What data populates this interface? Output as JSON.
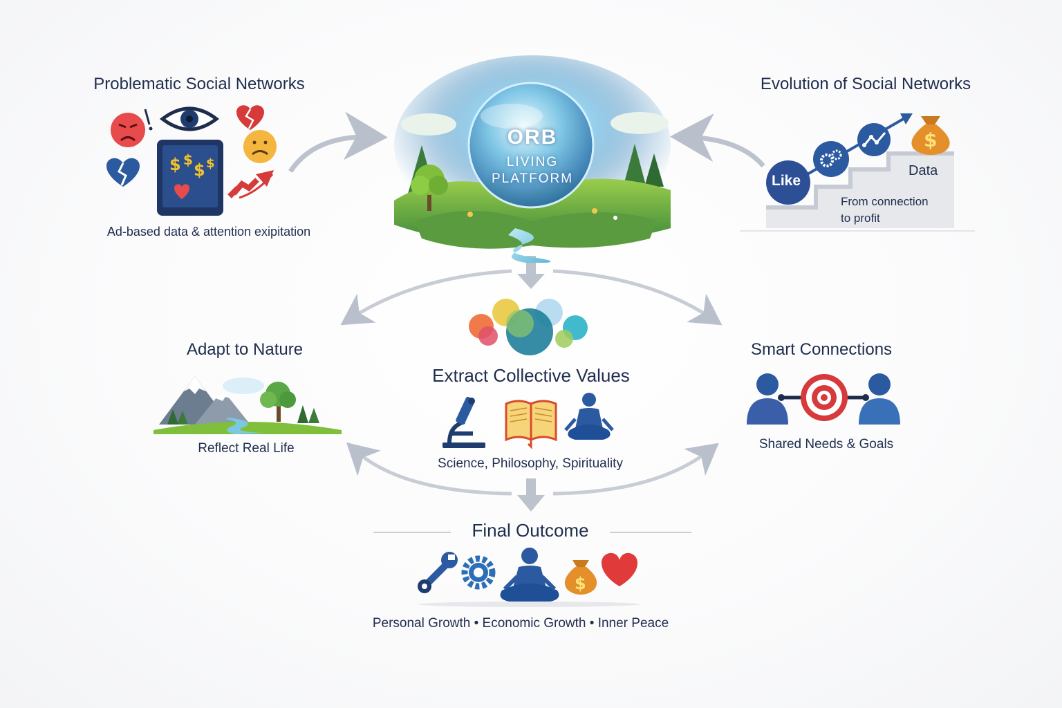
{
  "orb": {
    "line1": "ORB",
    "line2": "LIVING",
    "line3": "PLATFORM"
  },
  "problematic": {
    "title": "Problematic Social Networks",
    "caption": "Ad-based data & attention exipitation",
    "icons": [
      "angry-face-icon",
      "eye-icon",
      "broken-heart-icon",
      "sad-face-icon",
      "tablet-dollar-icon",
      "broken-heart-icon",
      "red-trend-arrow-icon"
    ]
  },
  "evolution": {
    "title": "Evolution of Social Networks",
    "like_label": "Like",
    "data_label": "Data",
    "caption_line1": "From connection",
    "caption_line2": "to profit",
    "icons": [
      "like-icon",
      "gears-icon",
      "trend-up-icon",
      "money-bag-icon"
    ]
  },
  "adapt": {
    "title": "Adapt to Nature",
    "caption": "Reflect Real Life"
  },
  "extract": {
    "title": "Extract Collective Values",
    "caption": "Science, Philosophy, Spirituality",
    "icons": [
      "microscope-icon",
      "open-book-icon",
      "meditation-icon"
    ]
  },
  "smart": {
    "title": "Smart Connections",
    "caption": "Shared Needs & Goals",
    "icons": [
      "person-icon",
      "target-icon",
      "person-icon"
    ]
  },
  "outcome": {
    "title": "Final Outcome",
    "caption": "Personal Growth • Economic Growth • Inner Peace",
    "icons": [
      "wrench-icon",
      "gear-icon",
      "meditation-icon",
      "money-bag-icon",
      "heart-icon"
    ]
  },
  "colors": {
    "navy": "#1f2d4d",
    "blue": "#2c5aa0",
    "red": "#e03a3a",
    "gold": "#f2b233",
    "green": "#5aa845",
    "arrow": "#b9c0cc"
  }
}
